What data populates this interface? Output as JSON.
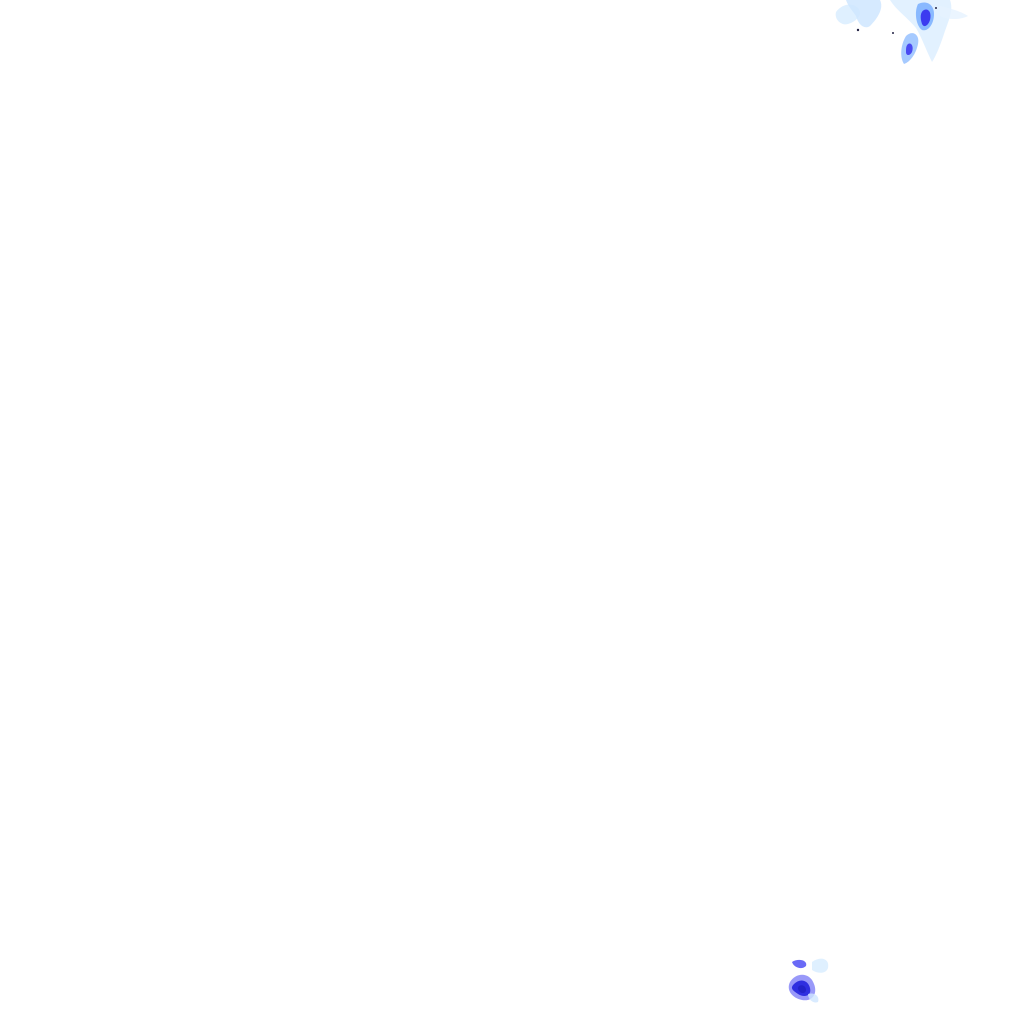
{
  "map": {
    "layer": "precipitation-radar-overlay",
    "background_color": "#ffffff",
    "intensity_colors": {
      "light": "#cfe6ff",
      "moderate": "#7fb2ff",
      "heavy": "#3b3bf0",
      "very_heavy": "#2323c8"
    },
    "echo_regions": [
      {
        "id": "cell-northeast",
        "intensity": "moderate"
      },
      {
        "id": "cell-south",
        "intensity": "heavy"
      }
    ]
  }
}
